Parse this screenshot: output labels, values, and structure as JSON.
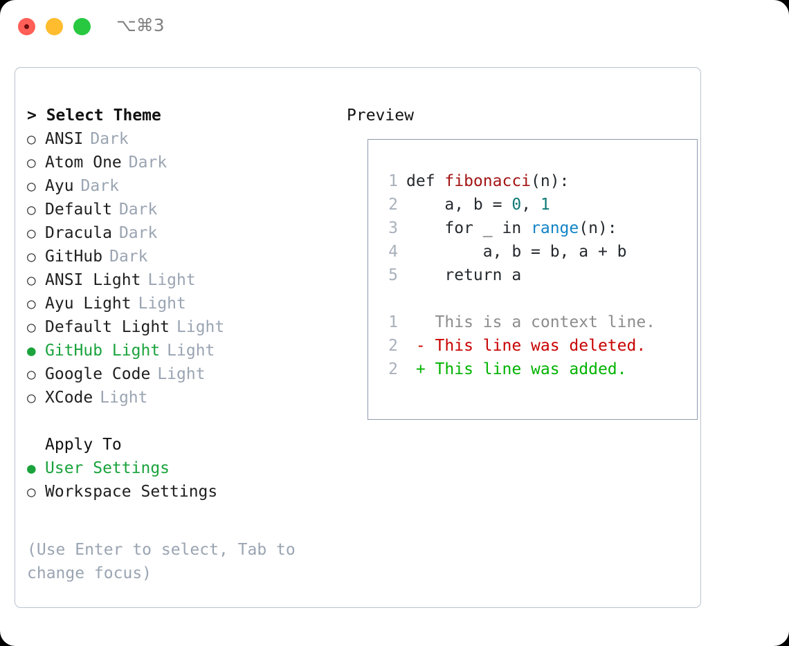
{
  "titlebar": {
    "shortcut": "⌥⌘3",
    "buttons": {
      "close": "close",
      "minimize": "minimize",
      "maximize": "maximize"
    }
  },
  "theme_picker": {
    "header": "> Select Theme",
    "bullet_unselected": "○",
    "bullet_selected": "●",
    "items": [
      {
        "label": "ANSI",
        "tag": "Dark",
        "selected": false
      },
      {
        "label": "Atom One",
        "tag": "Dark",
        "selected": false
      },
      {
        "label": "Ayu",
        "tag": "Dark",
        "selected": false
      },
      {
        "label": "Default",
        "tag": "Dark",
        "selected": false
      },
      {
        "label": "Dracula",
        "tag": "Dark",
        "selected": false
      },
      {
        "label": "GitHub",
        "tag": "Dark",
        "selected": false
      },
      {
        "label": "ANSI Light",
        "tag": "Light",
        "selected": false
      },
      {
        "label": "Ayu Light",
        "tag": "Light",
        "selected": false
      },
      {
        "label": "Default Light",
        "tag": "Light",
        "selected": false
      },
      {
        "label": "GitHub Light",
        "tag": "Light",
        "selected": true
      },
      {
        "label": "Google Code",
        "tag": "Light",
        "selected": false
      },
      {
        "label": "XCode",
        "tag": "Light",
        "selected": false
      }
    ]
  },
  "apply_to": {
    "title": "Apply To",
    "items": [
      {
        "label": "User Settings",
        "selected": true
      },
      {
        "label": "Workspace Settings",
        "selected": false
      }
    ]
  },
  "hint": "(Use Enter to select, Tab to change focus)",
  "preview": {
    "header": "Preview",
    "code_lines": [
      {
        "lineno": "1",
        "tokens": [
          {
            "text": "def ",
            "kind": "plain"
          },
          {
            "text": "fibonacci",
            "kind": "fn"
          },
          {
            "text": "(n):",
            "kind": "plain"
          }
        ]
      },
      {
        "lineno": "2",
        "tokens": [
          {
            "text": "    a, b = ",
            "kind": "plain"
          },
          {
            "text": "0",
            "kind": "num"
          },
          {
            "text": ", ",
            "kind": "plain"
          },
          {
            "text": "1",
            "kind": "num"
          }
        ]
      },
      {
        "lineno": "3",
        "tokens": [
          {
            "text": "    for _ in ",
            "kind": "plain"
          },
          {
            "text": "range",
            "kind": "kwfn"
          },
          {
            "text": "(n):",
            "kind": "plain"
          }
        ]
      },
      {
        "lineno": "4",
        "tokens": [
          {
            "text": "        a, b = b, a + b",
            "kind": "plain"
          }
        ]
      },
      {
        "lineno": "5",
        "tokens": [
          {
            "text": "    return a",
            "kind": "plain"
          }
        ]
      }
    ],
    "diff_lines": [
      {
        "lineno": "1",
        "text": "   This is a context line.",
        "kind": "ctx"
      },
      {
        "lineno": "2",
        "text": " - This line was deleted.",
        "kind": "del"
      },
      {
        "lineno": "2",
        "text": " + This line was added.",
        "kind": "add"
      }
    ]
  },
  "colors": {
    "accent_green": "#1aa33c",
    "tag_gray": "#9aa4b2",
    "panel_border": "#b9c2ce",
    "preview_border": "#8d9aab",
    "traffic_red": "#ff5f57",
    "traffic_yellow": "#febc2e",
    "traffic_green": "#28c840",
    "fn_red": "#a31515",
    "num_teal": "#0f7a75",
    "builtin_blue": "#1183c6",
    "diff_del_red": "#c80000",
    "diff_add_green": "#00b300"
  }
}
